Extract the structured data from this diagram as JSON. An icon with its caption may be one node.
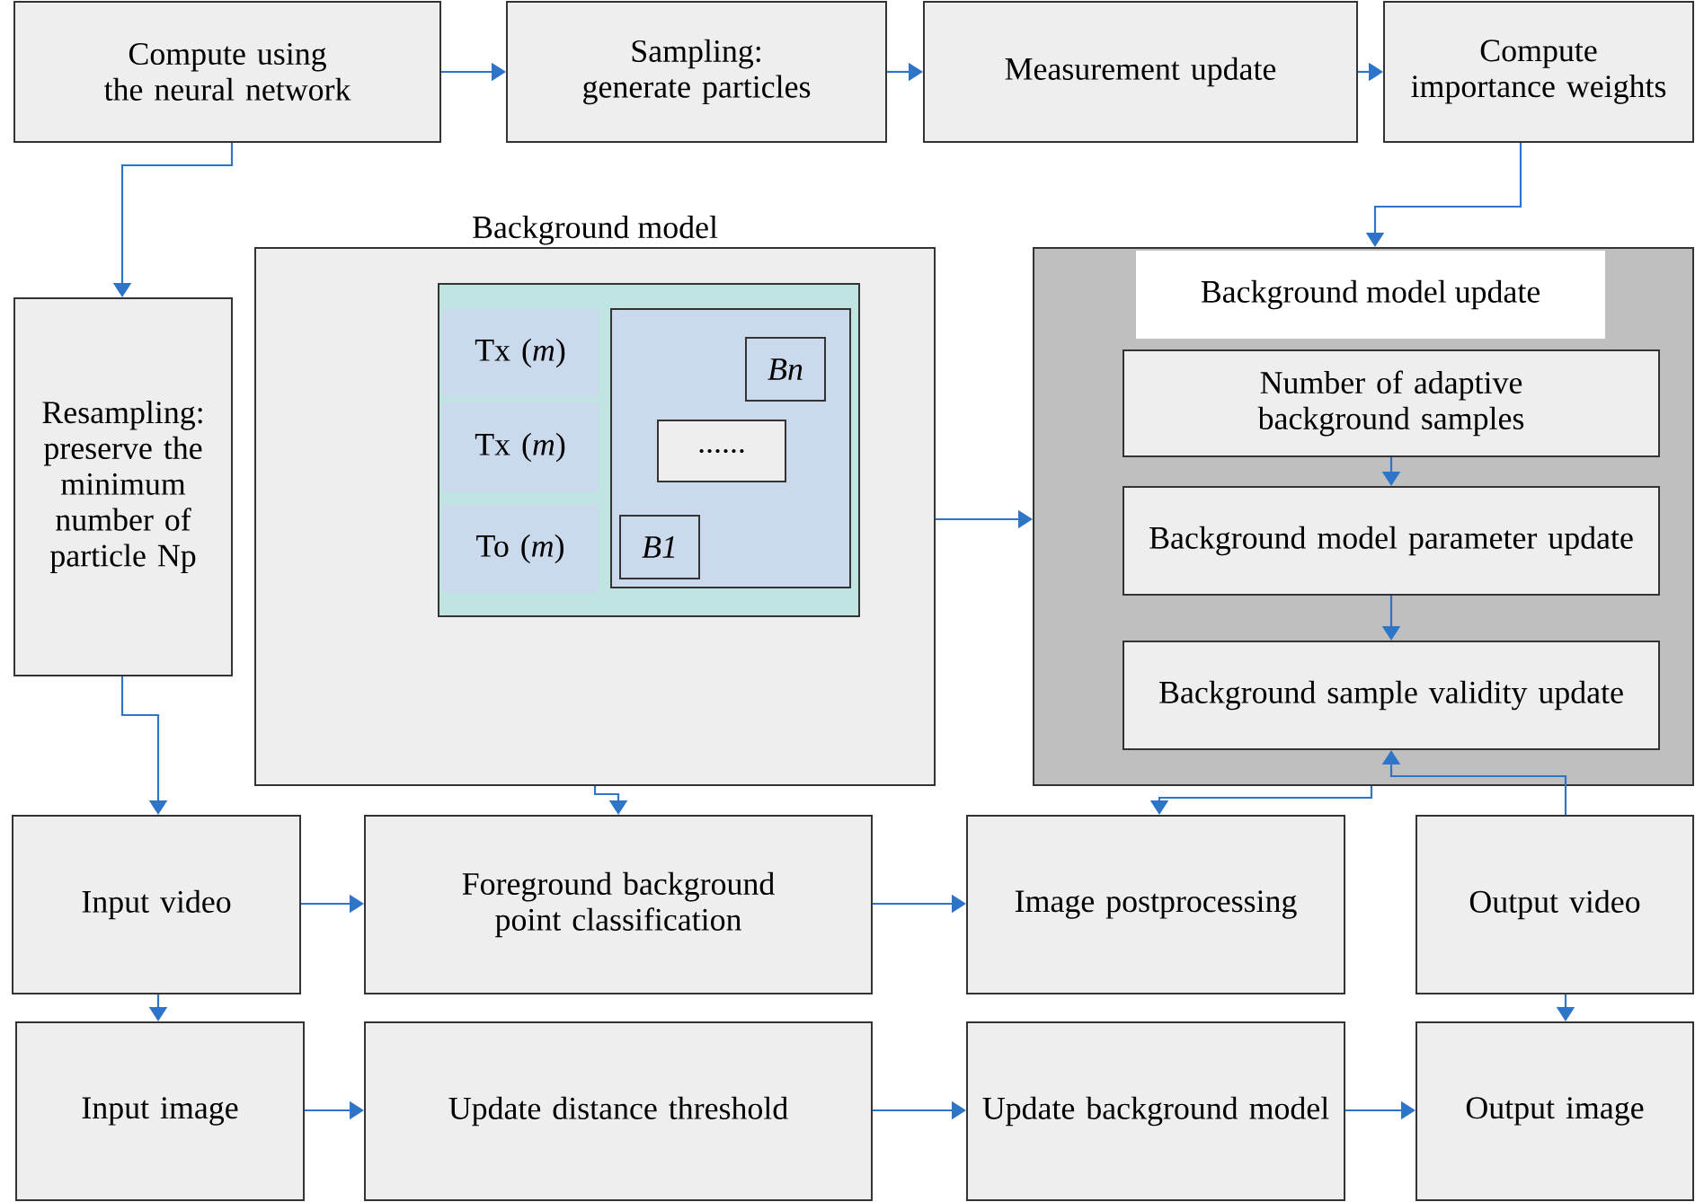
{
  "diagram": {
    "nodes": [
      {
        "text": [
          "Compute using the neural network"
        ]
      },
      {
        "text": [
          "Sampling: generate particles"
        ]
      },
      {
        "text": [
          "Measurement update"
        ]
      },
      {
        "text": [
          "Compute importance weights"
        ]
      },
      {
        "text": [
          "Background model"
        ]
      },
      {
        "text": [
          "Tx (*m*)"
        ],
        "in": 4
      },
      {
        "text": [
          "Tx (*m*)"
        ],
        "in": 4
      },
      {
        "text": [
          "To (*m*)"
        ],
        "in": 4
      },
      {
        "text": [
          "Bn"
        ],
        "in": 4
      },
      {
        "text": [
          "......"
        ],
        "in": 4
      },
      {
        "text": [
          "B1"
        ],
        "in": 4
      },
      {
        "text": [
          "Resampling: preserve the minimum number of particle Np"
        ]
      },
      {
        "text": [
          "Background model update"
        ]
      },
      {
        "text": [
          "Number of adaptive background samples"
        ],
        "in": 12
      },
      {
        "text": [
          "Background model parameter update"
        ],
        "in": 12
      },
      {
        "text": [
          "Background sample validity update"
        ],
        "in": 12
      },
      {
        "text": [
          "Input video"
        ]
      },
      {
        "text": [
          "Foreground background point classification"
        ]
      },
      {
        "text": [
          "Image postprocessing"
        ]
      },
      {
        "text": [
          "Output video"
        ]
      },
      {
        "text": [
          "Input image"
        ]
      },
      {
        "text": [
          "Update distance threshold"
        ]
      },
      {
        "text": [
          "Update background model"
        ]
      },
      {
        "text": [
          "Output image"
        ]
      }
    ],
    "edges": [
      {
        "from": 0,
        "to": 1,
        "arrow": "to"
      },
      {
        "from": 1,
        "to": 2,
        "arrow": "to"
      },
      {
        "from": 2,
        "to": 3,
        "arrow": "to"
      },
      {
        "from": 0,
        "to": 11,
        "arrow": "to"
      },
      {
        "from": 3,
        "to": 12,
        "arrow": "to"
      },
      {
        "from": 4,
        "to": 12,
        "arrow": "to"
      },
      {
        "from": 13,
        "to": 14,
        "arrow": "to"
      },
      {
        "from": 14,
        "to": 15,
        "arrow": "to"
      },
      {
        "from": 11,
        "to": 16,
        "arrow": "to"
      },
      {
        "from": 4,
        "to": 17,
        "arrow": "to"
      },
      {
        "from": 12,
        "to": 18,
        "arrow": "to"
      },
      {
        "from": 19,
        "to": 15,
        "arrow": "to"
      },
      {
        "from": 16,
        "to": 17,
        "arrow": "to"
      },
      {
        "from": 17,
        "to": 18,
        "arrow": "to"
      },
      {
        "from": 16,
        "to": 20,
        "arrow": "to"
      },
      {
        "from": 19,
        "to": 23,
        "arrow": "to"
      },
      {
        "from": 20,
        "to": 21,
        "arrow": "to"
      },
      {
        "from": 21,
        "to": 22,
        "arrow": "to"
      },
      {
        "from": 22,
        "to": 23,
        "arrow": "to"
      }
    ]
  }
}
